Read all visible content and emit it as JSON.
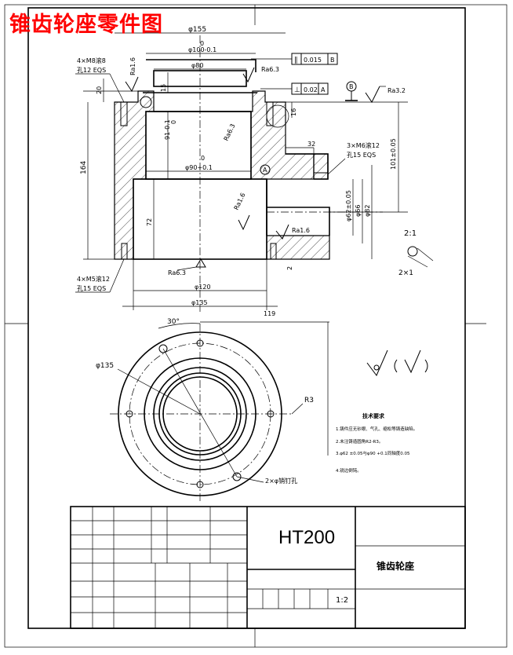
{
  "title": "锥齿轮座零件图",
  "dims": {
    "d155": "φ155",
    "d100_tol_top": "0",
    "d100": "φ100-0.1",
    "d80": "φ80",
    "d90_tol_top": "0",
    "d90": "φ90+0.1",
    "d120": "φ120",
    "d135_bottom": "φ135",
    "d62": "φ62±0.05",
    "d66": "φ66",
    "d82": "φ82",
    "h20": "20",
    "h15": "15",
    "h16": "16",
    "h164": "164",
    "h72": "72",
    "h101": "101±0.05",
    "w32": "32",
    "tol_top_small": "0",
    "h91": "91-0.1",
    "w119": "119",
    "r3": "R3",
    "d135_circle": "φ135",
    "ang30": "30°",
    "dim_s": "2",
    "dim_e": "2"
  },
  "roughness": {
    "ra16_left": "Ra1.6",
    "ra63_top": "Ra6.3",
    "ra63_mid": "Ra6.3",
    "ra32": "Ra3.2",
    "ra16_inner": "Ra1.6",
    "ra16_right": "Ra1.6",
    "ra63_bottom": "Ra6.3"
  },
  "notes": {
    "holes_top_1": "4×M8滚8",
    "holes_top_2": "孔12 EQS",
    "holes_bottom_1": "4×M5滚12",
    "holes_bottom_2": "孔15 EQS",
    "holes_side_1": "3×M6滚12",
    "holes_side_2": "孔15 EQS",
    "pin_holes": "2×φ销钉孔"
  },
  "tolerance": {
    "frame1_sym": "∥",
    "frame1_val": "0.015",
    "frame1_ref": "B",
    "frame2_sym": "⊥",
    "frame2_val": "0.02",
    "frame2_ref": "A",
    "datum_a": "A",
    "datum_b": "B"
  },
  "detail": {
    "scale_label": "2:1",
    "chamfer": "2×1"
  },
  "tech_req": {
    "heading": "技术要求",
    "lines": [
      "1.铸件应无砂眼、气孔、缩松等铸造缺陷。",
      "2.未注铸造圆角R2-R3。",
      "3.φ62 ±0.05与φ90 +0.1同轴度0.05",
      "4.锐边倒钝。"
    ]
  },
  "title_block": {
    "material": "HT200",
    "part_name": "锥齿轮座",
    "scale": "1:2"
  }
}
